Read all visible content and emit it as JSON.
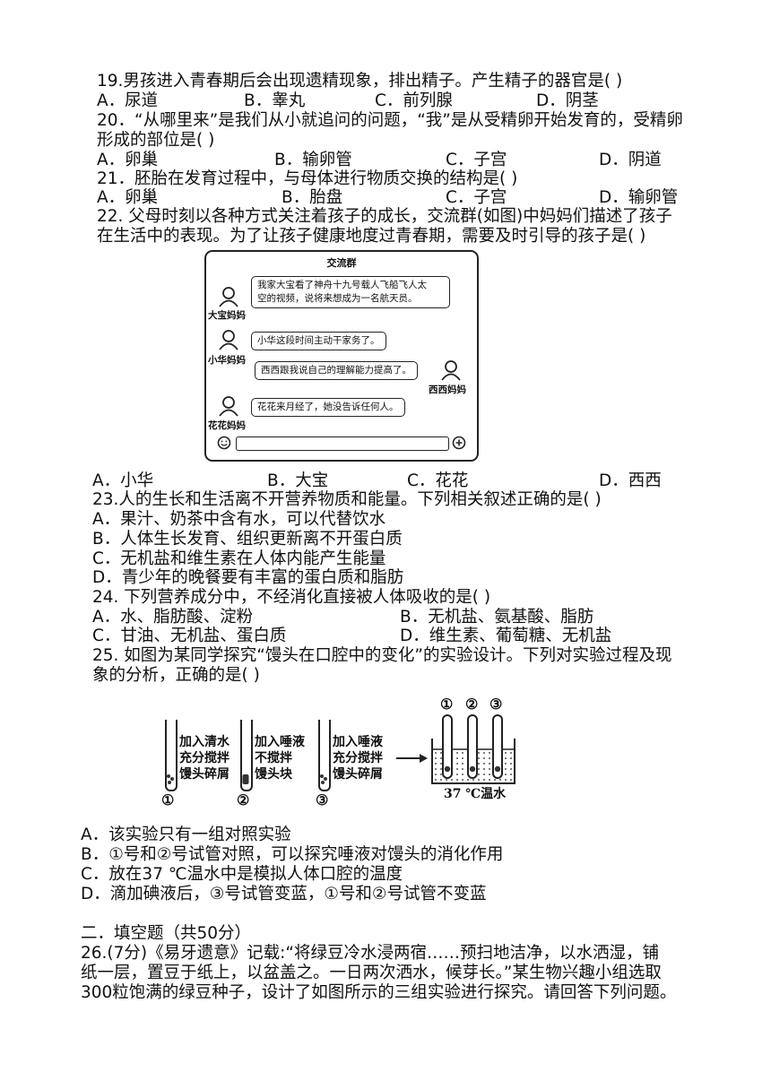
{
  "q19": {
    "stem": "19.男孩进入青春期后会出现遗精现象，排出精子。产生精子的器官是(      )",
    "options": [
      "A．尿道",
      "B．睾丸",
      "C．前列腺",
      "D．阴茎"
    ]
  },
  "q20": {
    "stem1": "20．“从哪里来”是我们从小就追问的问题，“我”是从受精卵开始发育的，受精卵",
    "stem2": "形成的部位是(      )",
    "options": [
      "A．卵巢",
      "B．输卵管",
      "C．子宫",
      "D．阴道"
    ]
  },
  "q21": {
    "stem": "21．胚胎在发育过程中，与母体进行物质交换的结构是(      )",
    "options": [
      "A．卵巢",
      "B．胎盘",
      "C．子宫",
      "D．输卵管"
    ]
  },
  "q22": {
    "stem1": "22. 父母时刻以各种方式关注着孩子的成长，交流群(如图)中妈妈们描述了孩子",
    "stem2": "在生活中的表现。为了让孩子健康地度过青春期，需要及时引导的孩子是(      )",
    "chat": {
      "title": "交流群",
      "messages": [
        {
          "name": "大宝妈妈",
          "text1": "我家大宝看了神舟十九号载人飞船飞人太",
          "text2": "空的视频，说将来想成为一名航天员。"
        },
        {
          "name": "小华妈妈",
          "text1": "小华这段时间主动干家务了。",
          "text2": ""
        },
        {
          "name": "西西妈妈",
          "text1": "西西跟我说自己的理解能力提高了。",
          "text2": ""
        },
        {
          "name": "花花妈妈",
          "text1": "花花来月经了，她没告诉任何人。",
          "text2": ""
        }
      ]
    },
    "options": [
      "A．小华",
      "B．大宝",
      "C．花花",
      "D．西西"
    ]
  },
  "q23": {
    "stem": "23.人的生长和生活离不开营养物质和能量。下列相关叙述正确的是(      )",
    "options": [
      "A．果汁、奶茶中含有水，可以代替饮水",
      "B．人体生长发育、组织更新离不开蛋白质",
      "C．无机盐和维生素在人体内能产生能量",
      "D．青少年的晚餐要有丰富的蛋白质和脂肪"
    ]
  },
  "q24": {
    "stem": "24. 下列营养成分中，不经消化直接被人体吸收的是(      )",
    "options": [
      "A．水、脂肪酸、淀粉",
      "B．无机盐、氨基酸、脂肪",
      "C．甘油、无机盐、蛋白质",
      "D．维生素、葡萄糖、无机盐"
    ]
  },
  "q25": {
    "stem1": "25. 如图为某同学探究“馒头在口腔中的变化”的实验设计。下列对实验过程及现",
    "stem2": "象的分析，正确的是(      )",
    "tubes": [
      {
        "num": "①",
        "l1": "加入清水",
        "l2": "充分搅拌",
        "l3": "馒头碎屑"
      },
      {
        "num": "②",
        "l1": "加入唾液",
        "l2": "不搅拌",
        "l3": "馒头块"
      },
      {
        "num": "③",
        "l1": "加入唾液",
        "l2": "充分搅拌",
        "l3": "馒头碎屑"
      }
    ],
    "bath_nums": [
      "①",
      "②",
      "③"
    ],
    "bath_label": "37 ℃温水",
    "options": [
      "A．该实验只有一组对照实验",
      "B．①号和②号试管对照，可以探究唾液对馒头的消化作用",
      "C．放在37  ℃温水中是模拟人体口腔的温度",
      "D．滴加碘液后，③号试管变蓝，①号和②号试管不变蓝"
    ]
  },
  "section2": {
    "heading": "二．填空题（共50分）",
    "q26_1": "26.(7分)《易牙遗意》记载:“将绿豆冷水浸两宿……预扫地洁净，以水洒湿，铺",
    "q26_2": "纸一层，置豆于纸上，以盆盖之。一日两次洒水，候芽长。”某生物兴趣小组选取",
    "q26_3": "300粒饱满的绿豆种子，设计了如图所示的三组实验进行探究。请回答下列问题。"
  }
}
